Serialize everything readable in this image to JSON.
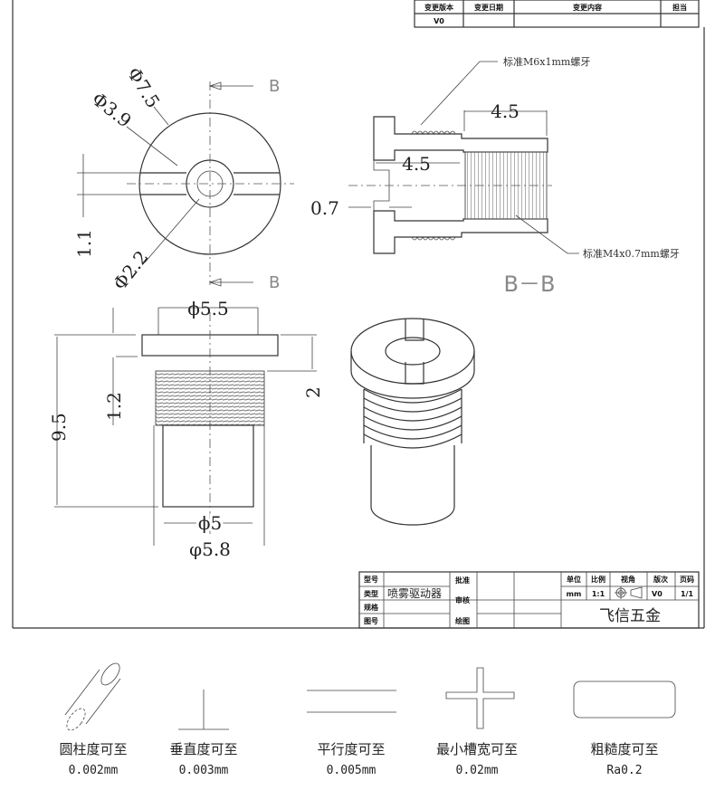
{
  "revision_table": {
    "headers": [
      "变更版本",
      "变更日期",
      "变更内容",
      "担当"
    ],
    "rows": [
      [
        "V0",
        "",
        "",
        ""
      ]
    ]
  },
  "front_view": {
    "section_marker": "B",
    "dims": {
      "outer_dia": "Φ7.5",
      "mid_dia": "Φ3.9",
      "hole_dia": "Φ2.2",
      "slot": "1.1"
    }
  },
  "side_view": {
    "dims": {
      "flange_dia": "ϕ5.5",
      "total_len": "9.5",
      "flange_thk": "1.2",
      "thread_offset": "2",
      "body_dia": "ϕ5",
      "cut_label": "φ5.8"
    }
  },
  "section_view": {
    "title": "B－B",
    "dims": {
      "len_outer": "4.5",
      "len_inner": "4.5",
      "slot_depth": "0.7"
    },
    "notes": {
      "outer_thread": "标准M6x1mm螺牙",
      "inner_thread": "标准M4x0.7mm螺牙"
    }
  },
  "title_block": {
    "labels": [
      "型号",
      "类型",
      "规格",
      "图号"
    ],
    "type_value": "喷雾驱动器",
    "approvals": [
      "批准",
      "审核",
      "绘图"
    ],
    "meta_headers": [
      "单位",
      "比例",
      "视角",
      "版次",
      "页码"
    ],
    "meta_values": [
      "mm",
      "1:1",
      "",
      "V0",
      "1/1"
    ],
    "company": "飞信五金"
  },
  "tolerances": [
    {
      "icon": "cylindricity-icon",
      "label": "圆柱度可至",
      "value": "0.002mm"
    },
    {
      "icon": "perpendicularity-icon",
      "label": "垂直度可至",
      "value": "0.003mm"
    },
    {
      "icon": "parallelism-icon",
      "label": "平行度可至",
      "value": "0.005mm"
    },
    {
      "icon": "cross-slot-icon",
      "label": "最小槽宽可至",
      "value": "0.02mm"
    },
    {
      "icon": "roughness-icon",
      "label": "粗糙度可至",
      "value": "Ra0.2"
    }
  ]
}
